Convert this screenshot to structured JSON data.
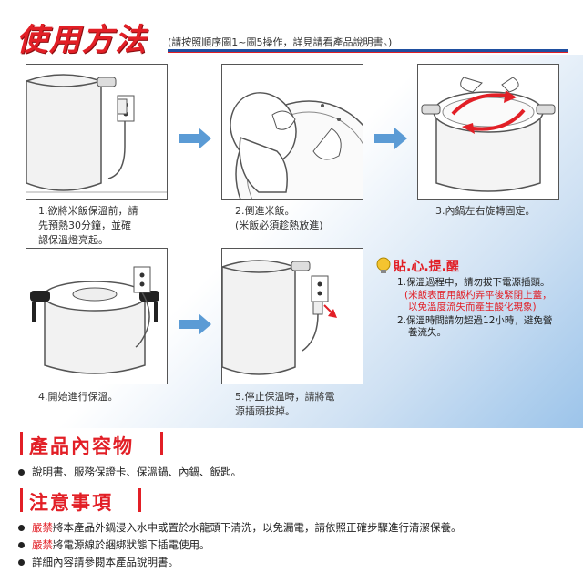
{
  "header": {
    "title": "使用方法",
    "subtitle": "(請按照順序圖1~圖5操作，詳見請看產品說明書。)"
  },
  "steps": [
    {
      "caption": "1.欲將米飯保溫前，請\n先預熱30分鐘，並確\n認保溫燈亮起。"
    },
    {
      "caption": "2.倒進米飯。\n(米飯必須趁熱放進)"
    },
    {
      "caption": "3.內鍋左右旋轉固定。"
    },
    {
      "caption": "4.開始進行保溫。"
    },
    {
      "caption": "5.停止保溫時，請將電\n源插頭拔掉。"
    }
  ],
  "tips": {
    "heading": "貼.心.提.醒",
    "item1": "1.保溫過程中，請勿拔下電源插頭。",
    "item1_note1": "(米飯表面用飯杓弄平後緊閉上蓋，",
    "item1_note2": "以免溫度流失而產生酸化現象)",
    "item2a": "2.保溫時間請勿超過12小時，避免營",
    "item2b": "養流失。"
  },
  "contents": {
    "title": "產品內容物",
    "item": "說明書、服務保證卡、保溫鍋、內鍋、飯匙。"
  },
  "cautions": {
    "title": "注意事項",
    "items": [
      {
        "tag": "嚴禁",
        "text": "將本產品外鍋浸入水中或置於水龍頭下清洗，以免漏電，請依照正確步驟進行清潔保養。"
      },
      {
        "tag": "嚴禁",
        "text": "將電源線於綑綁狀態下插電使用。"
      },
      {
        "tag": "",
        "text": "詳細內容請參閱本產品說明書。"
      }
    ]
  },
  "colors": {
    "accent": "#e21f26",
    "navy": "#1f4fa0",
    "arrow": "#5b9bd5"
  }
}
